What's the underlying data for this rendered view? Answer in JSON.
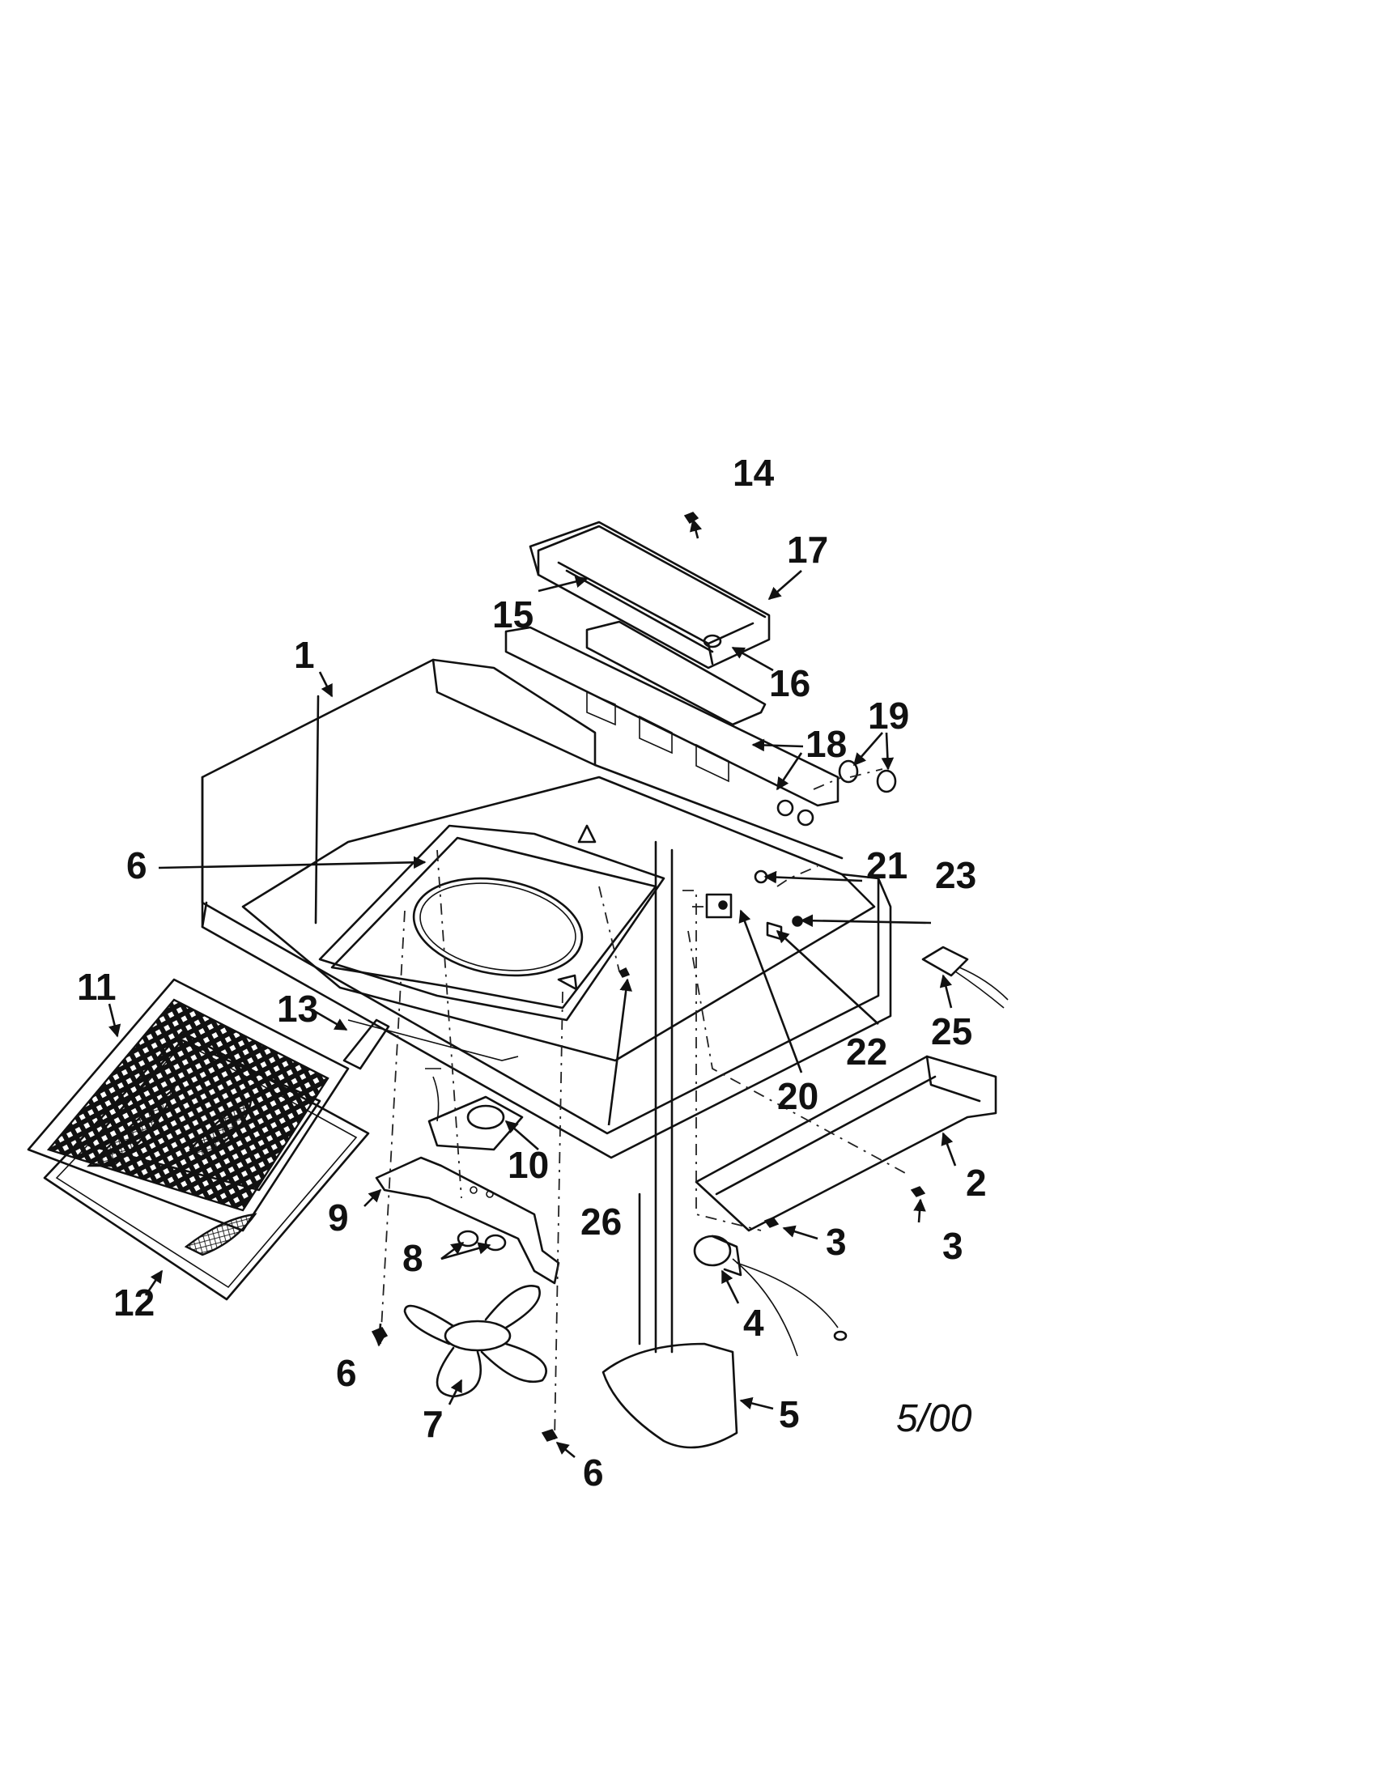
{
  "callouts": [
    {
      "id": "1",
      "label": "1"
    },
    {
      "id": "2",
      "label": "2"
    },
    {
      "id": "3a",
      "label": "3"
    },
    {
      "id": "3b",
      "label": "3"
    },
    {
      "id": "4",
      "label": "4"
    },
    {
      "id": "5",
      "label": "5"
    },
    {
      "id": "6a",
      "label": "6"
    },
    {
      "id": "6b",
      "label": "6"
    },
    {
      "id": "6c",
      "label": "6"
    },
    {
      "id": "7",
      "label": "7"
    },
    {
      "id": "8",
      "label": "8"
    },
    {
      "id": "9",
      "label": "9"
    },
    {
      "id": "10",
      "label": "10"
    },
    {
      "id": "11",
      "label": "11"
    },
    {
      "id": "12",
      "label": "12"
    },
    {
      "id": "13",
      "label": "13"
    },
    {
      "id": "14",
      "label": "14"
    },
    {
      "id": "15",
      "label": "15"
    },
    {
      "id": "16",
      "label": "16"
    },
    {
      "id": "17",
      "label": "17"
    },
    {
      "id": "18",
      "label": "18"
    },
    {
      "id": "19",
      "label": "19"
    },
    {
      "id": "20",
      "label": "20"
    },
    {
      "id": "21",
      "label": "21"
    },
    {
      "id": "22",
      "label": "22"
    },
    {
      "id": "23",
      "label": "23"
    },
    {
      "id": "25",
      "label": "25"
    },
    {
      "id": "26",
      "label": "26"
    }
  ],
  "revision_date": "5/00"
}
